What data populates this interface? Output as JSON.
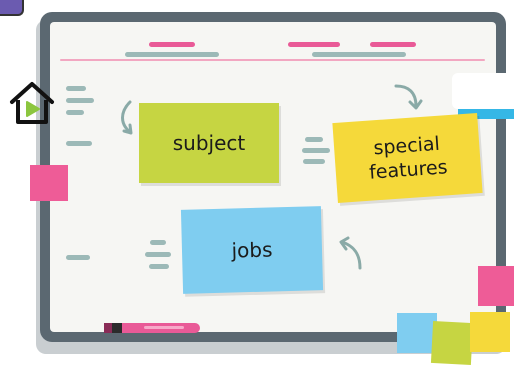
{
  "notes": {
    "subject": "subject",
    "special_line1": "special",
    "special_line2": "features",
    "jobs": "jobs"
  },
  "icons": {
    "home": "home-play-icon",
    "arrow_subject": "curved-arrow-icon",
    "arrow_special": "curved-arrow-icon",
    "arrow_jobs": "curved-arrow-icon",
    "marker": "marker-icon"
  },
  "colors": {
    "frame": "#5b6871",
    "board": "#f6f6f3",
    "accent_pink": "#e95a97",
    "accent_teal": "#9cb9b7",
    "note_green": "#c6d542",
    "note_yellow": "#f5d93a",
    "note_blue": "#7fcdf0",
    "home_icon_green": "#8cc63f"
  }
}
